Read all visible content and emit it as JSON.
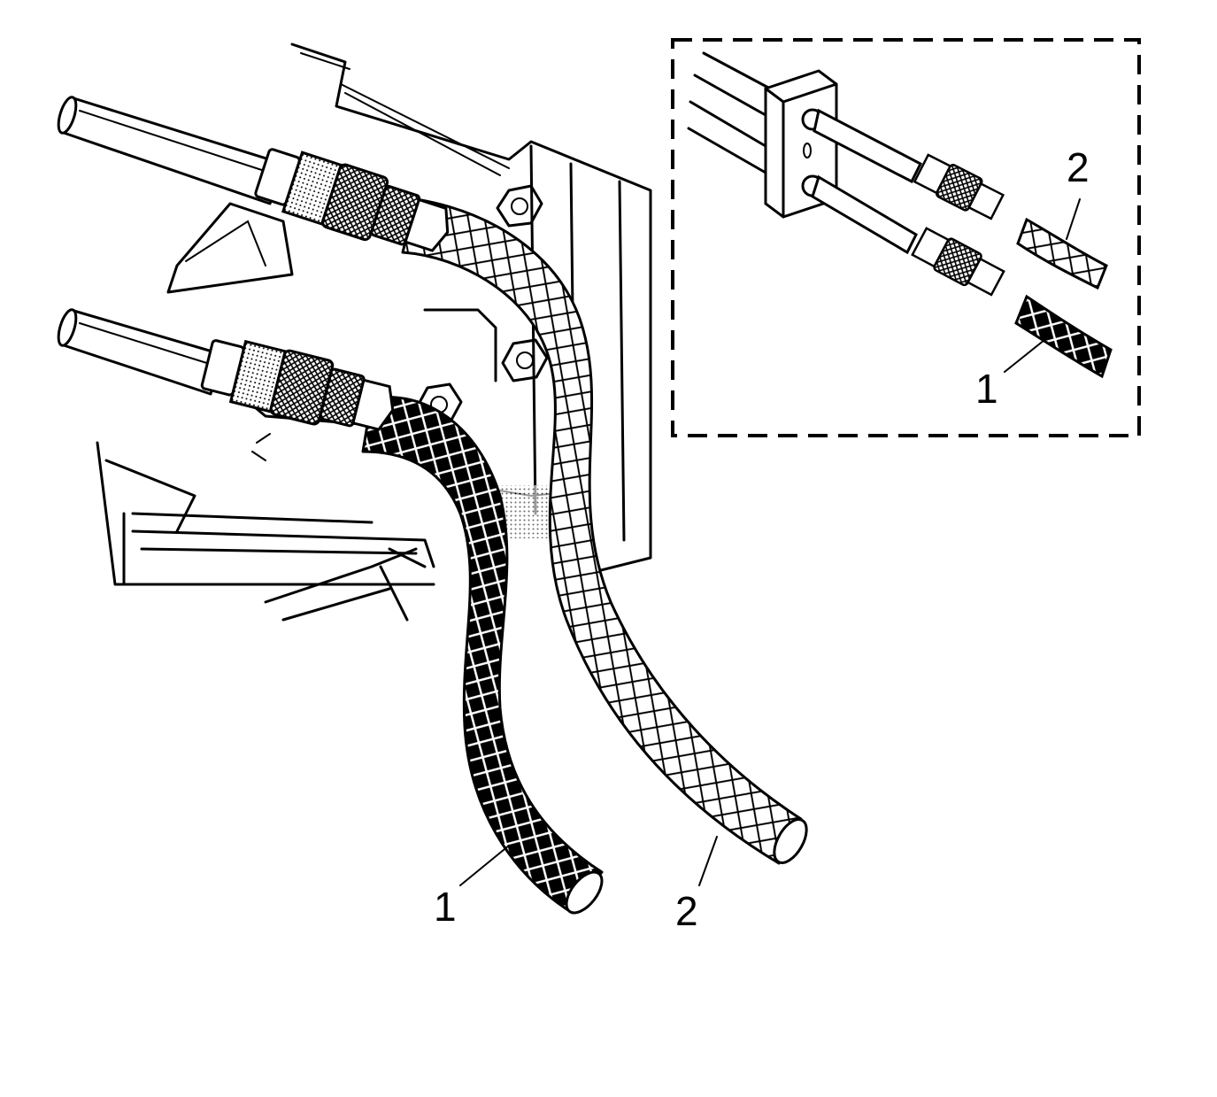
{
  "callouts": {
    "main_hose_1": "1",
    "main_hose_2": "2",
    "inset_hose_1": "1",
    "inset_hose_2": "2"
  },
  "colors": {
    "ink": "#000000",
    "paper": "#ffffff"
  }
}
